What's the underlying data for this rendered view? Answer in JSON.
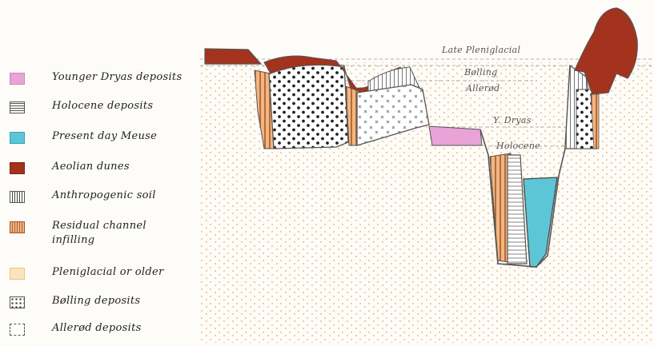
{
  "legend": {
    "items": [
      {
        "key": "younger_dryas",
        "label": "Younger Dryas deposits",
        "color": "#e9a3d6"
      },
      {
        "key": "holocene",
        "label": "Holocene deposits",
        "color": "#d8d8d8"
      },
      {
        "key": "meuse",
        "label": "Present day Meuse",
        "color": "#5cc6d6"
      },
      {
        "key": "aeolian",
        "label": "Aeolian dunes",
        "color": "#a3331c"
      },
      {
        "key": "anthropogenic",
        "label": "Anthropogenic soil",
        "color": "#9a9a9a"
      },
      {
        "key": "residual",
        "label": "Residual channel infilling",
        "color": "#b0643a"
      },
      {
        "key": "pleniglacial",
        "label": "Pleniglacial or older",
        "color": "#f2b569"
      },
      {
        "key": "bolling",
        "label": "Bølling deposits",
        "color": "#333333"
      },
      {
        "key": "allerod",
        "label": "Allerød deposits",
        "color": "#777777"
      }
    ]
  },
  "section": {
    "labels": {
      "late_pleniglacial": "Late Pleniglacial",
      "bolling": "Bølling",
      "allerod": "Allerød",
      "younger_dryas": "Y. Dryas",
      "holocene": "Holocene"
    }
  }
}
